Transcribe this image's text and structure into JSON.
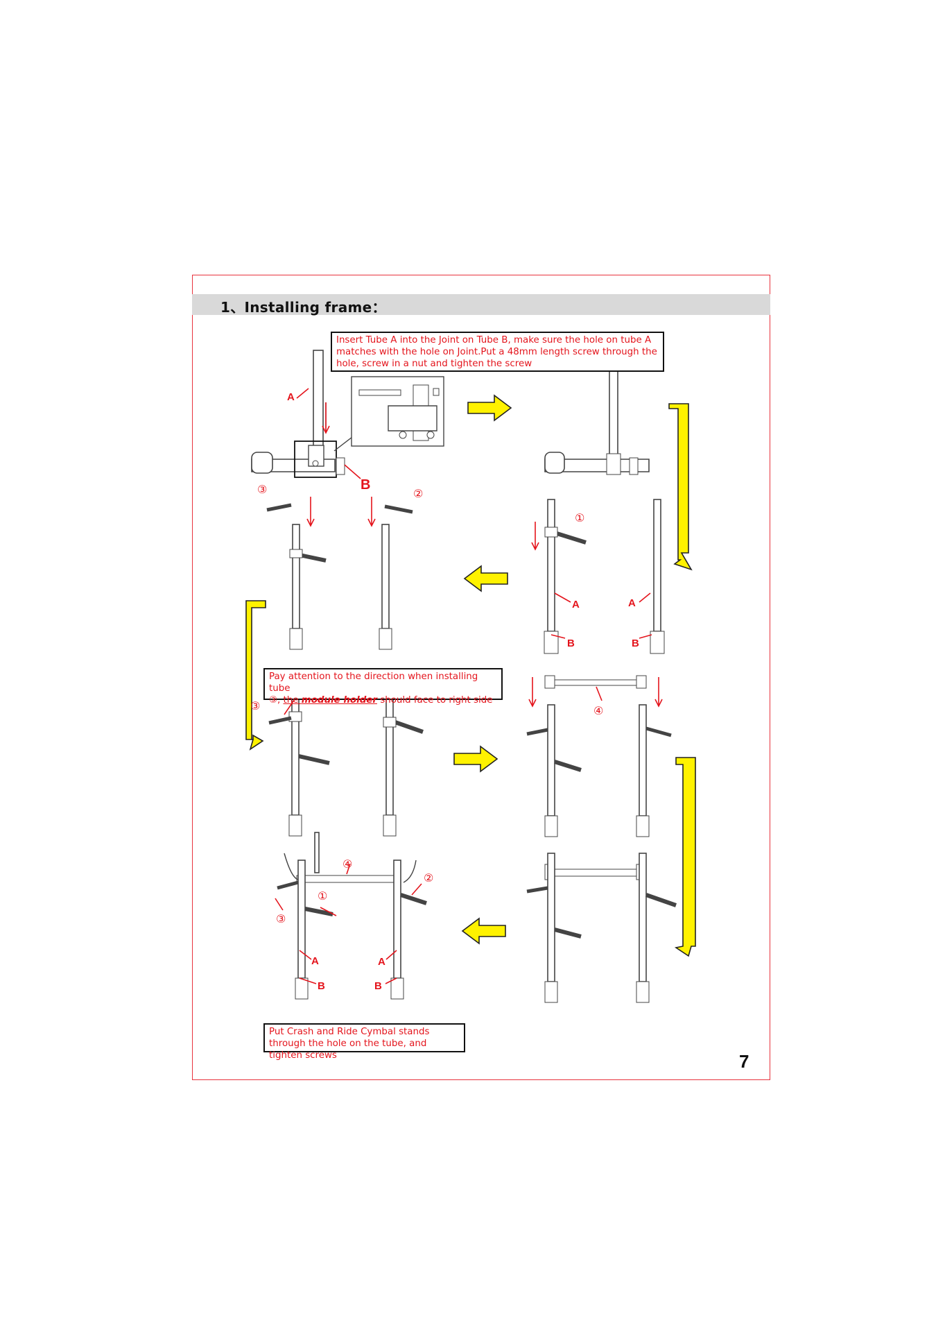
{
  "section_title": "1、Installing frame：",
  "notes": {
    "note1": "Insert Tube A into the Joint on Tube B, make sure the hole on tube A matches with the hole on Joint.Put a 48mm length screw through the hole, screw in a nut and tighten the screw",
    "note2_line1": "Pay attention to the direction when installing tube",
    "note2_prefix": "③, ",
    "note2_the": "the ",
    "note2_emphasis": "module holder",
    "note2_suffix": " should face to right side",
    "note3": "Put Crash and Ride Cymbal stands through the hole on the tube, and tighten screws"
  },
  "labels": {
    "tube_a": "A",
    "tube_b": "B",
    "tube_1": "①",
    "tube_2": "②",
    "tube_3": "③",
    "tube_4": "④"
  },
  "page_number": "7",
  "colors": {
    "frame_border": "#e8323c",
    "header_bar": "#d9d9d9",
    "note_text": "#e4141c",
    "arrow_fill": "#fff200"
  }
}
